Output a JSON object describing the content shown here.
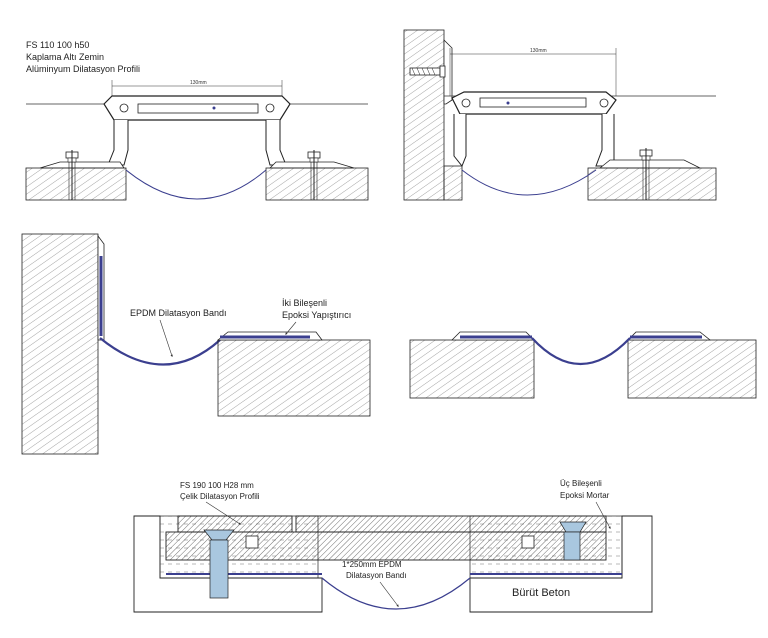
{
  "panel1": {
    "title_line1": "FS 110 100 h50",
    "title_line2": "Kaplama Altı Zemin",
    "title_line3": "Alüminyum Dilatasyon Profili",
    "dimension": "130mm"
  },
  "panel2": {
    "dimension": "130mm"
  },
  "panel3": {
    "band_label": "EPDM Dilatasyon Bandı",
    "adhesive_line1": "İki Bileşenli",
    "adhesive_line2": "Epoksi Yapıştırıcı"
  },
  "panel5": {
    "profile_line1": "FS 190 100 H28 mm",
    "profile_line2": "Çelik Dilatasyon Profili",
    "mortar_line1": "Üç Bileşenli",
    "mortar_line2": "Epoksi Mortar",
    "band_line1": "1*250mm EPDM",
    "band_line2": "Dilatasyon Bandı",
    "concrete_label": "Bürüt Beton"
  },
  "colors": {
    "band": "#3b3f8f",
    "bolt": "#a9c7df",
    "line": "#222222",
    "hatch": "#555555"
  }
}
